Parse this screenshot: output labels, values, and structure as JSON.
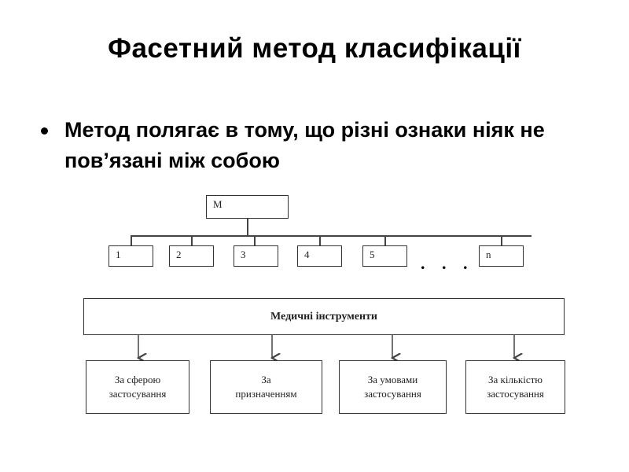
{
  "title": "Фасетний метод класифікації",
  "bullet": "Метод полягає в тому, що різні ознаки ніяк не пов’язані між собою",
  "diagram_top": {
    "root": "М",
    "facets": [
      "1",
      "2",
      "3",
      "4",
      "5",
      "n"
    ],
    "ellipsis": ". . ."
  },
  "diagram_bottom": {
    "root": "Медичні інструменти",
    "children": [
      {
        "line1": "За сферою",
        "line2": "застосування"
      },
      {
        "line1": "За",
        "line2": "призначенням"
      },
      {
        "line1": "За умовами",
        "line2": "застосування"
      },
      {
        "line1": "За кількістю",
        "line2": "застосування"
      }
    ]
  }
}
